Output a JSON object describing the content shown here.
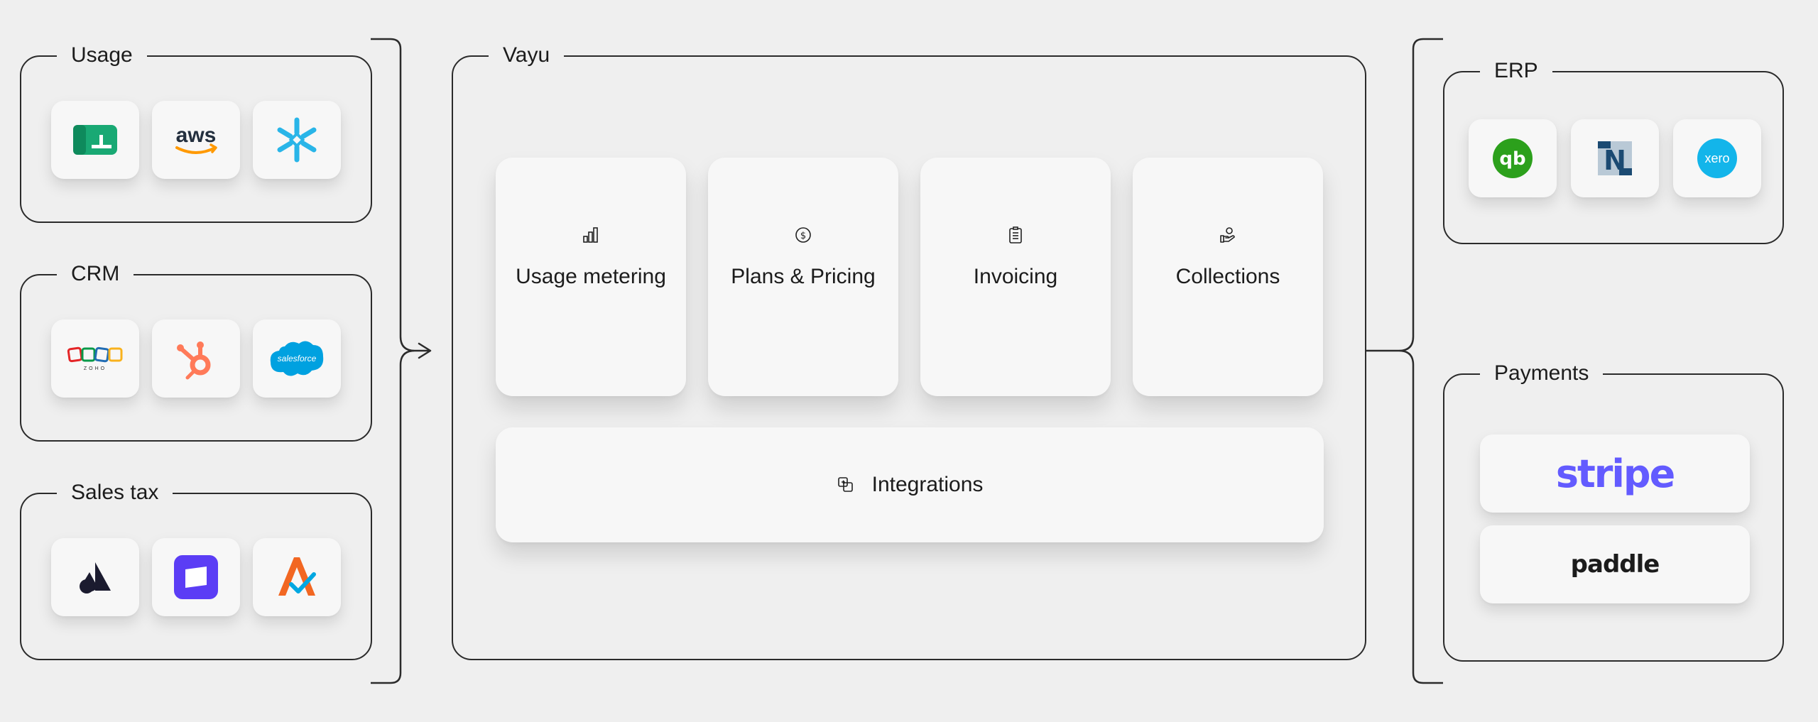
{
  "left_groups": {
    "usage": {
      "title": "Usage",
      "icons": [
        "neon-green-icon",
        "aws-icon",
        "snowflake-icon"
      ],
      "aws_text": "aws"
    },
    "crm": {
      "title": "CRM",
      "icons": [
        "zoho-icon",
        "hubspot-icon",
        "salesforce-icon"
      ],
      "zoho_text": "ZOHO",
      "salesforce_text": "salesforce"
    },
    "sales_tax": {
      "title": "Sales tax",
      "icons": [
        "avalara-icon",
        "anrok-icon",
        "taxjar-icon"
      ]
    }
  },
  "vayu": {
    "title": "Vayu",
    "modules": [
      {
        "label": "Usage metering",
        "icon": "bar-chart-icon"
      },
      {
        "label": "Plans & Pricing",
        "icon": "dollar-coin-icon"
      },
      {
        "label": "Invoicing",
        "icon": "clipboard-icon"
      },
      {
        "label": "Collections",
        "icon": "hand-coin-icon"
      }
    ],
    "integrations": {
      "label": "Integrations",
      "icon": "integration-icon"
    }
  },
  "right_groups": {
    "erp": {
      "title": "ERP",
      "icons": [
        "quickbooks-icon",
        "netsuite-icon",
        "xero-icon"
      ],
      "quickbooks_text": "qb",
      "netsuite_text": "N",
      "xero_text": "xero"
    },
    "payments": {
      "title": "Payments",
      "providers": [
        "stripe",
        "paddle"
      ]
    }
  },
  "colors": {
    "background": "#efefef",
    "stroke": "#2b2b2b",
    "stripe": "#635bff",
    "quickbooks": "#2ca01c",
    "xero": "#13b5ea",
    "salesforce": "#00a1e0",
    "hubspot": "#ff7a59",
    "snowflake": "#29b5e8",
    "anrok": "#5b3df5"
  }
}
